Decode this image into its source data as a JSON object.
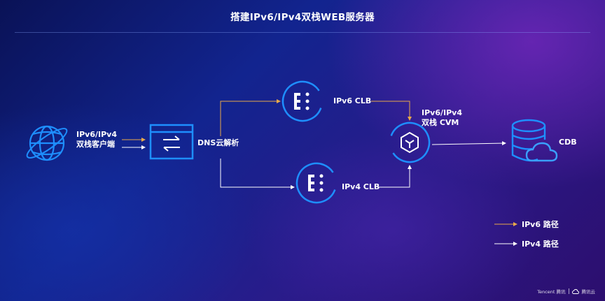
{
  "title": "搭建IPv6/IPv4双栈WEB服务器",
  "nodes": {
    "client": {
      "line1": "IPv6/IPv4",
      "line2": "双栈客户端"
    },
    "dns": {
      "label": "DNS云解析"
    },
    "clb6": {
      "label": "IPv6 CLB"
    },
    "clb4": {
      "label": "IPv4 CLB"
    },
    "cvm": {
      "line1": "IPv6/IPv4",
      "line2": "双栈 CVM"
    },
    "cdb": {
      "label": "CDB"
    }
  },
  "legend": {
    "ipv6_label": "IPv6 路径",
    "ipv4_label": "IPv4 路径"
  },
  "footer": {
    "brand": "Tencent 腾讯",
    "cloud": "腾讯云"
  },
  "colors": {
    "ipv6_path": "#e8a94a",
    "ipv4_path": "#ffffff",
    "icon_blue": "#1e8fff"
  },
  "icons": [
    "globe-icon",
    "dns-switch-icon",
    "clb-icon",
    "cvm-cube-icon",
    "database-cloud-icon",
    "cloud-logo-icon"
  ]
}
